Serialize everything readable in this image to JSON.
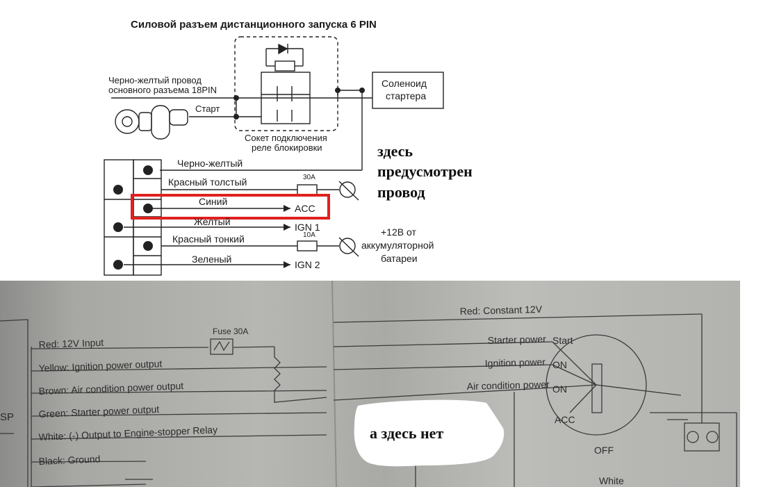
{
  "top": {
    "title": "Силовой разъем дистанционного запуска 6 PIN",
    "wire_bw_label_l1": "Черно-желтый провод",
    "wire_bw_label_l2": "основного разъема 18PIN",
    "start": "Старт",
    "socket_l1": "Сокет подключения",
    "socket_l2": "реле блокировки",
    "solenoid_l1": "Соленоид",
    "solenoid_l2": "стартера",
    "pins": [
      {
        "label": "Черно-желтый"
      },
      {
        "label": "Красный толстый",
        "fuse": "30A"
      },
      {
        "label": "Синий",
        "target": "ACC"
      },
      {
        "label": "Желтый",
        "target": "IGN 1"
      },
      {
        "label": "Красный тонкий",
        "fuse": "10A"
      },
      {
        "label": "Зеленый",
        "target": "IGN 2"
      }
    ],
    "battery_l1": "+12В от",
    "battery_l2": "аккумуляторной",
    "battery_l3": "батареи",
    "highlight_color": "#e02020"
  },
  "annotation_top": [
    "здесь",
    "предусмотрен",
    "провод"
  ],
  "photo": {
    "left_wires": [
      "Red: 12V Input",
      "Yellow: Ignition power output",
      "Brown: Air condition power output",
      "Green: Starter power output",
      "White: (-) Output to Engine-stopper Relay",
      "Black: Ground"
    ],
    "fuse": "Fuse 30A",
    "red_constant": "Red: Constant 12V",
    "right_labels": [
      "Starter power",
      "Ignition power",
      "Air condition power"
    ],
    "switch_positions": [
      "Start",
      "ON",
      "ON",
      "ACC",
      "OFF"
    ],
    "edge_fragment": "SP",
    "bottom_white": "White",
    "annotation": "а здесь нет"
  }
}
